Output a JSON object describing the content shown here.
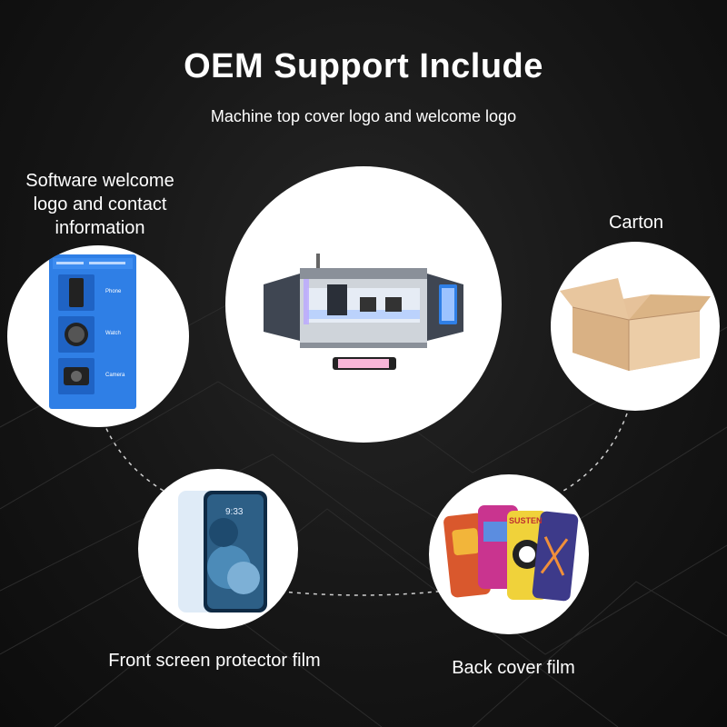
{
  "header": {
    "title": "OEM Support Include",
    "subtitle": "Machine top cover logo and welcome logo"
  },
  "items": {
    "software": {
      "label_lines": [
        "Software welcome",
        "logo and contact",
        "information"
      ],
      "screen_list": [
        "Phone",
        "Watch",
        "Camera"
      ]
    },
    "carton": {
      "label": "Carton"
    },
    "front_film": {
      "label": "Front screen protector film",
      "phone_time": "9:33"
    },
    "back_film": {
      "label": "Back cover film",
      "case_text": "SUSTEN"
    }
  },
  "colors": {
    "screen_blue": "#2f7fe6",
    "carton": "#e6c29a",
    "machine_grey": "#5d6470"
  }
}
